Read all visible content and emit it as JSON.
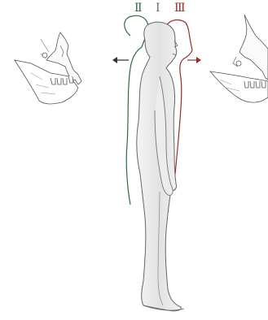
{
  "labels": {
    "class_ii": "Ⅱ",
    "class_i": "Ⅰ",
    "class_iii": "Ⅲ"
  },
  "colors": {
    "class_i": "#6b6b6b",
    "class_ii": "#2f6b3f",
    "class_iii": "#9e2a2a",
    "body_fill": "#e9e9e9",
    "line": "#555555"
  }
}
